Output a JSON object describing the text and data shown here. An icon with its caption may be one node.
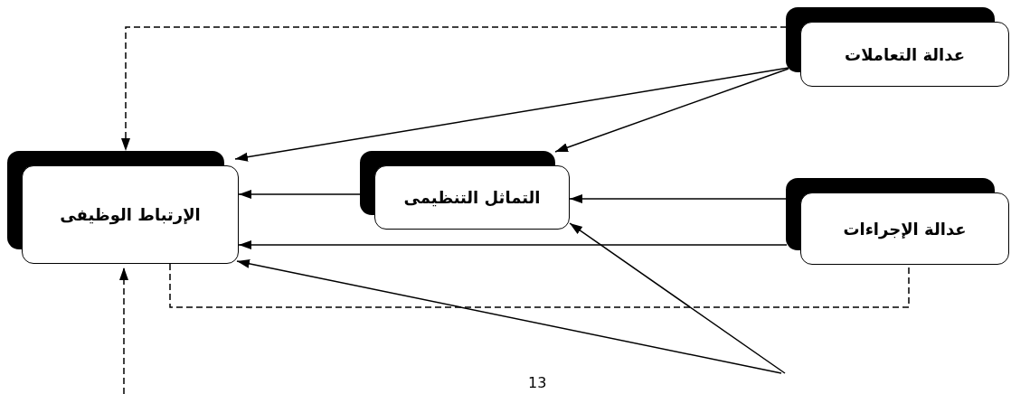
{
  "diagram": {
    "nodes": [
      {
        "text": [
          "عدالة التعاملات"
        ]
      },
      {
        "text": [
          "الإرتباط الوظيفى"
        ]
      },
      {
        "text": [
          "التماثل التنظيمى"
        ]
      },
      {
        "text": [
          "عدالة الإجراءات"
        ]
      }
    ],
    "edges": [
      {
        "from": 0,
        "to": 1,
        "arrow": "to",
        "style": "dashed"
      },
      {
        "from": 0,
        "to": 1,
        "arrow": "to"
      },
      {
        "from": 0,
        "to": 2,
        "arrow": "to"
      },
      {
        "from": 3,
        "to": 2,
        "arrow": "to"
      },
      {
        "from": 3,
        "to": 1,
        "arrow": "to"
      },
      {
        "from": 2,
        "to": 1,
        "arrow": "to"
      },
      {
        "from": null,
        "to": 2,
        "arrow": "to"
      },
      {
        "from": null,
        "to": 1,
        "arrow": "to"
      },
      {
        "from": 1,
        "to": 3,
        "arrow": "none",
        "style": "dashed"
      },
      {
        "from": null,
        "to": 1,
        "arrow": "to",
        "style": "dashed"
      }
    ],
    "labels": [
      "13"
    ]
  }
}
